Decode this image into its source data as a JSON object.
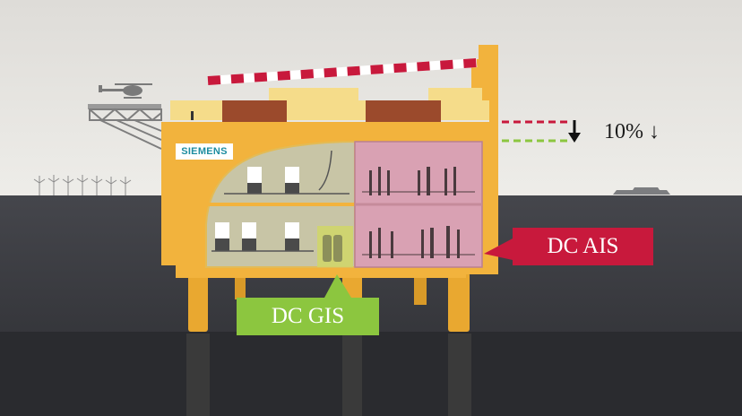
{
  "brand_label": "SIEMENS",
  "reduction_text": "10% ↓",
  "labels": {
    "ais": "DC AIS",
    "gis": "DC GIS"
  },
  "colors": {
    "sky": "#e9e7e3",
    "sea": "#3c3d42",
    "platform": "#f2b33d",
    "ais_label": "#c8193c",
    "gis_label": "#8cc63f",
    "ais_room": "#d9a1b3",
    "gis_room": "#cfd56c",
    "dash_red": "#c8193c",
    "dash_green": "#8cc63f"
  },
  "icons": [
    "helicopter-icon",
    "wind-turbine-icon",
    "ship-icon",
    "down-arrow-icon"
  ]
}
